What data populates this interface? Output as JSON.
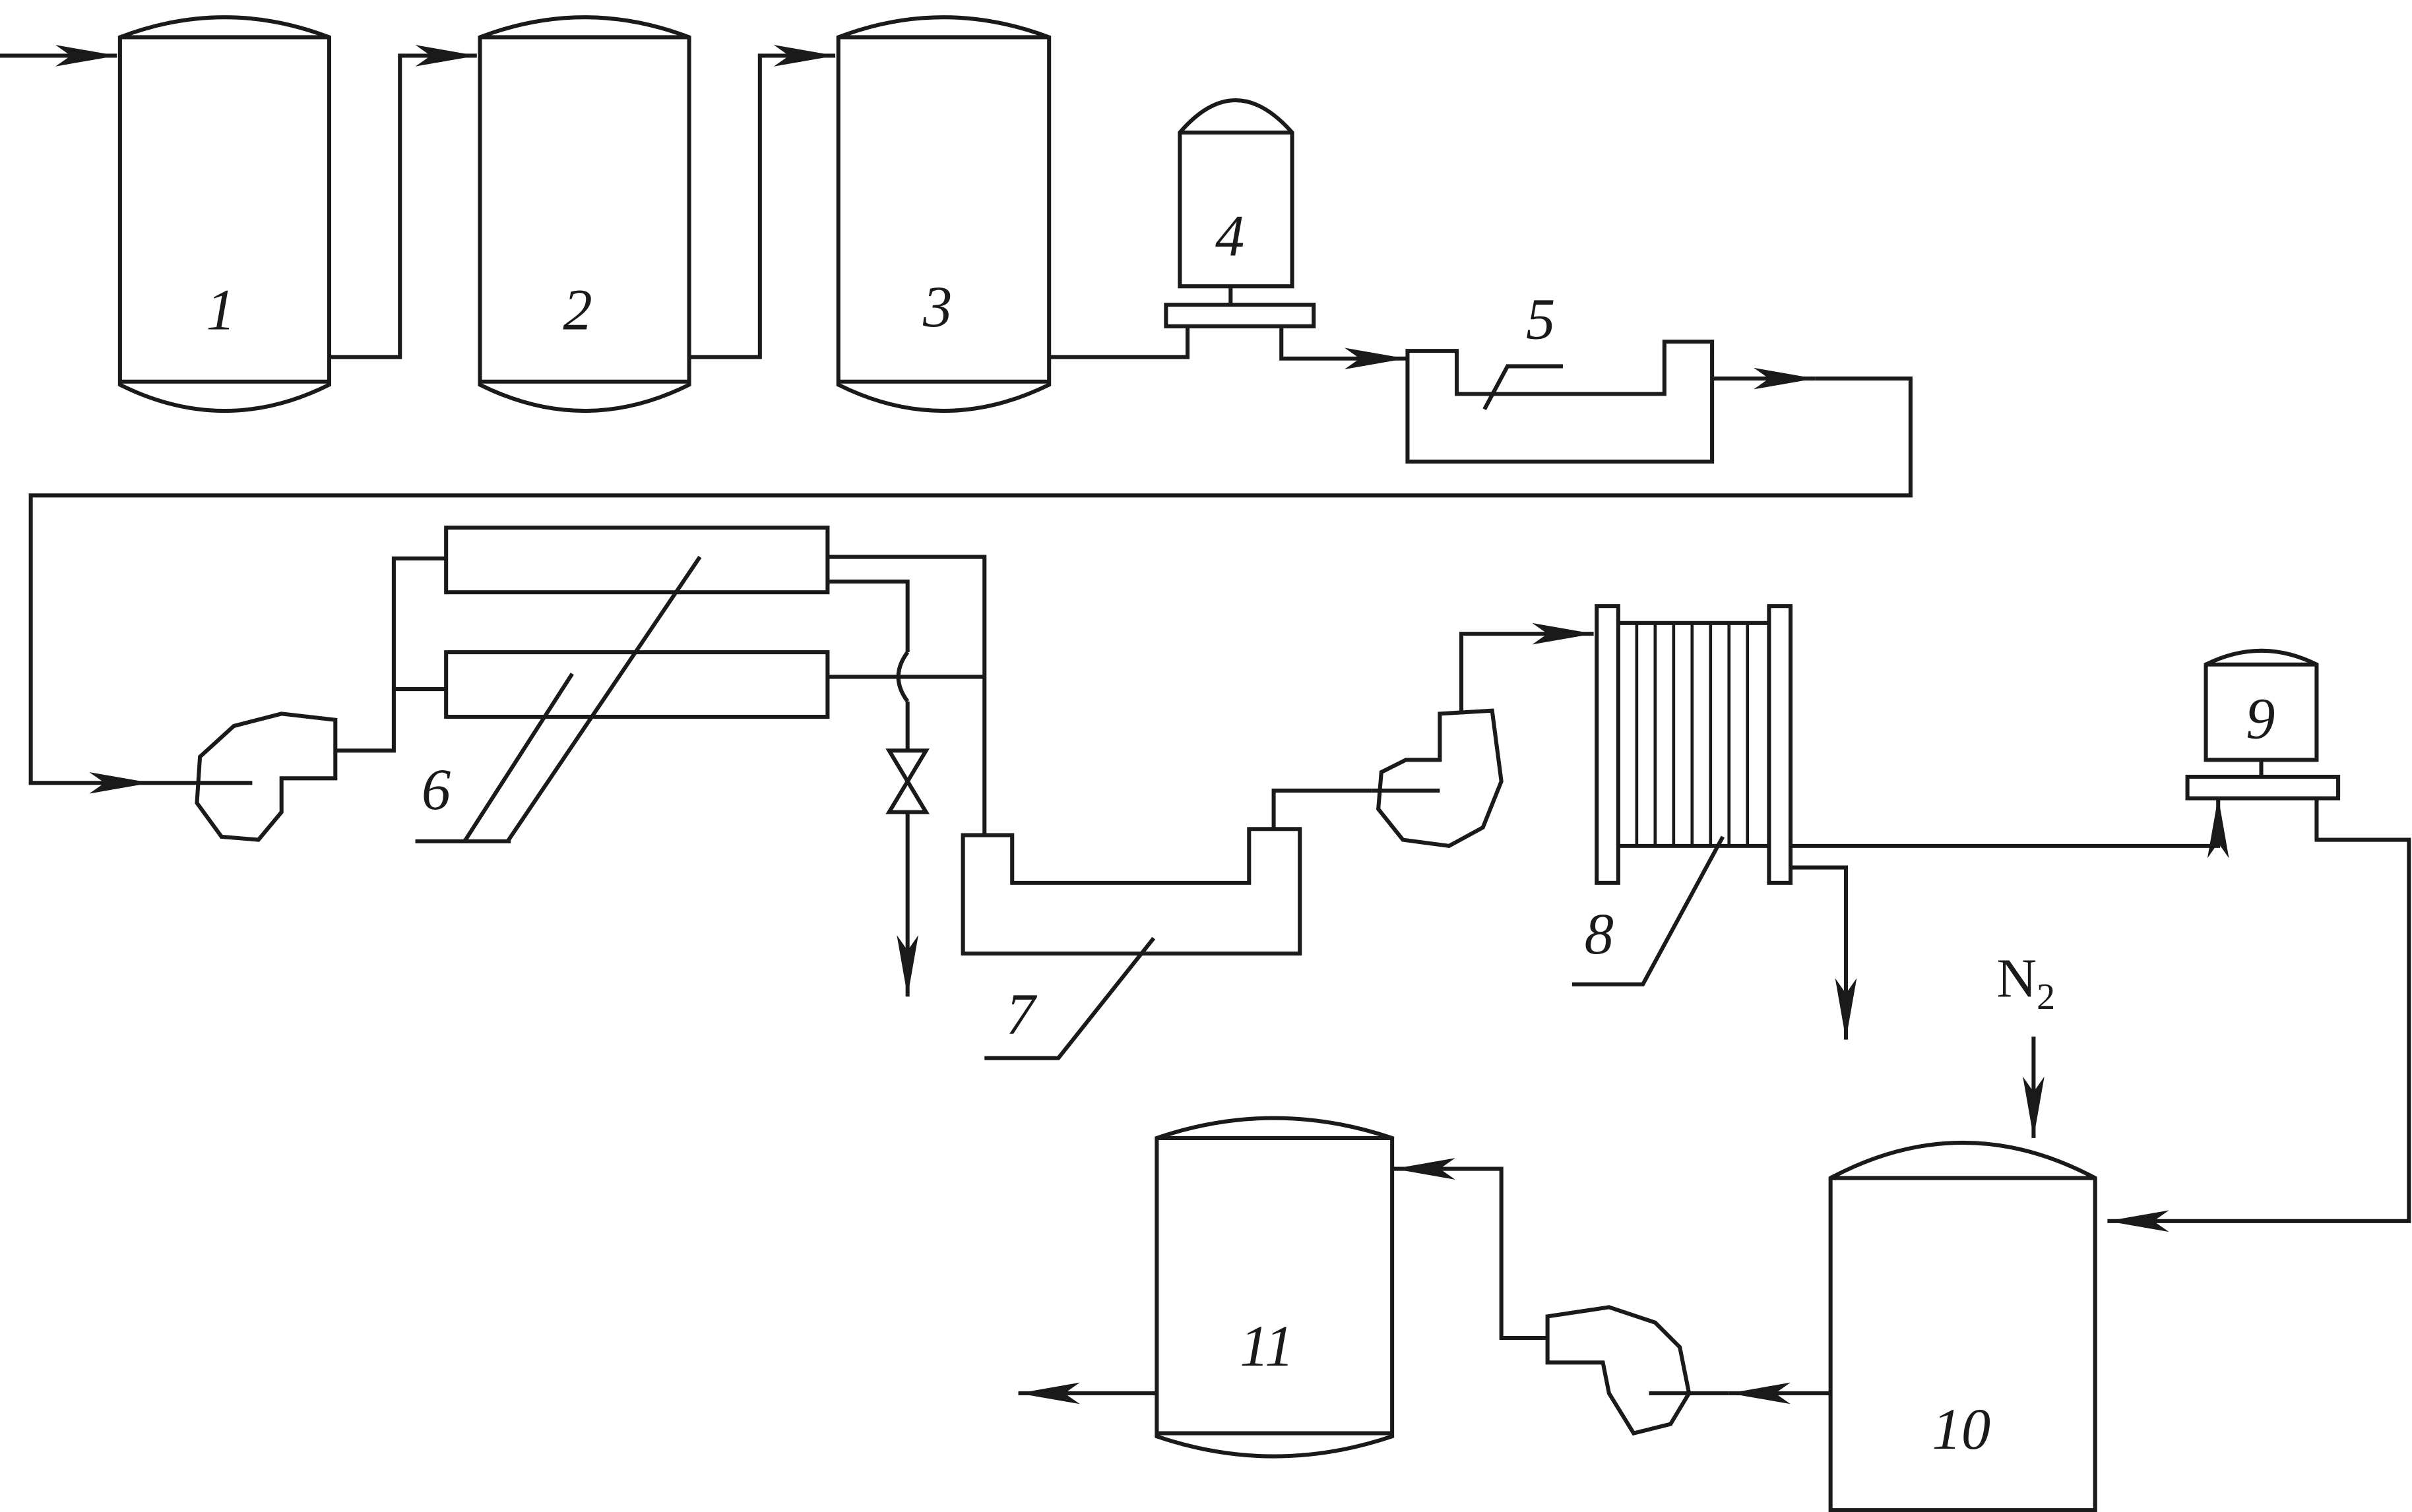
{
  "diagram": {
    "labels": {
      "n1": "1",
      "n2": "2",
      "n3": "3",
      "n4": "4",
      "n5": "5",
      "n6": "6",
      "n7": "7",
      "n8": "8",
      "n9": "9",
      "n10": "10",
      "n11": "11"
    },
    "gas": {
      "symbol": "N",
      "subscript": "2"
    }
  }
}
